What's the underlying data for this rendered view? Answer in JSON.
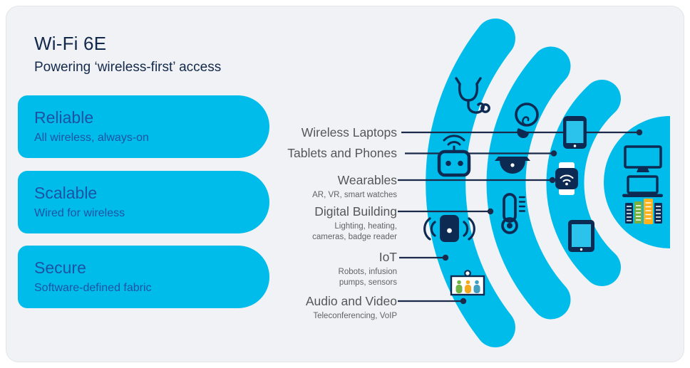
{
  "header": {
    "title": "Wi-Fi 6E",
    "subtitle": "Powering ‘wireless-first’ access"
  },
  "pills": [
    {
      "title": "Reliable",
      "subtitle": "All wireless, always-on"
    },
    {
      "title": "Scalable",
      "subtitle": "Wired for wireless"
    },
    {
      "title": "Secure",
      "subtitle": "Software-defined fabric"
    }
  ],
  "devices": [
    {
      "label": "Wireless Laptops",
      "sublabel": ""
    },
    {
      "label": "Tablets and Phones",
      "sublabel": ""
    },
    {
      "label": "Wearables",
      "sublabel": "AR, VR, smart watches"
    },
    {
      "label": "Digital Building",
      "sublabel": "Lighting, heating, cameras, badge reader"
    },
    {
      "label": "IoT",
      "sublabel": "Robots, infusion pumps, sensors"
    },
    {
      "label": "Audio and Video",
      "sublabel": "Teleconferencing, VoIP"
    }
  ],
  "wifi_graphic": {
    "icons": [
      "stethoscope-icon",
      "smart-plug-icon",
      "lightbulb-icon",
      "security-camera-icon",
      "thermometer-icon",
      "smart-speaker-icon",
      "smartphone-icon",
      "smartwatch-icon",
      "tablet-icon",
      "video-conference-icon",
      "desktop-monitor-icon",
      "laptop-icon",
      "server-rack-icon"
    ]
  },
  "colors": {
    "accent_cyan": "#00bceb",
    "icon_navy": "#0d2b52",
    "line_navy": "#1b2a4a",
    "pill_text_blue": "#1c53a3",
    "label_gray": "#54565a",
    "card_bg": "#f1f2f5",
    "person_green": "#6fb344",
    "person_orange": "#f5a81c",
    "person_teal": "#3e9fc0"
  }
}
